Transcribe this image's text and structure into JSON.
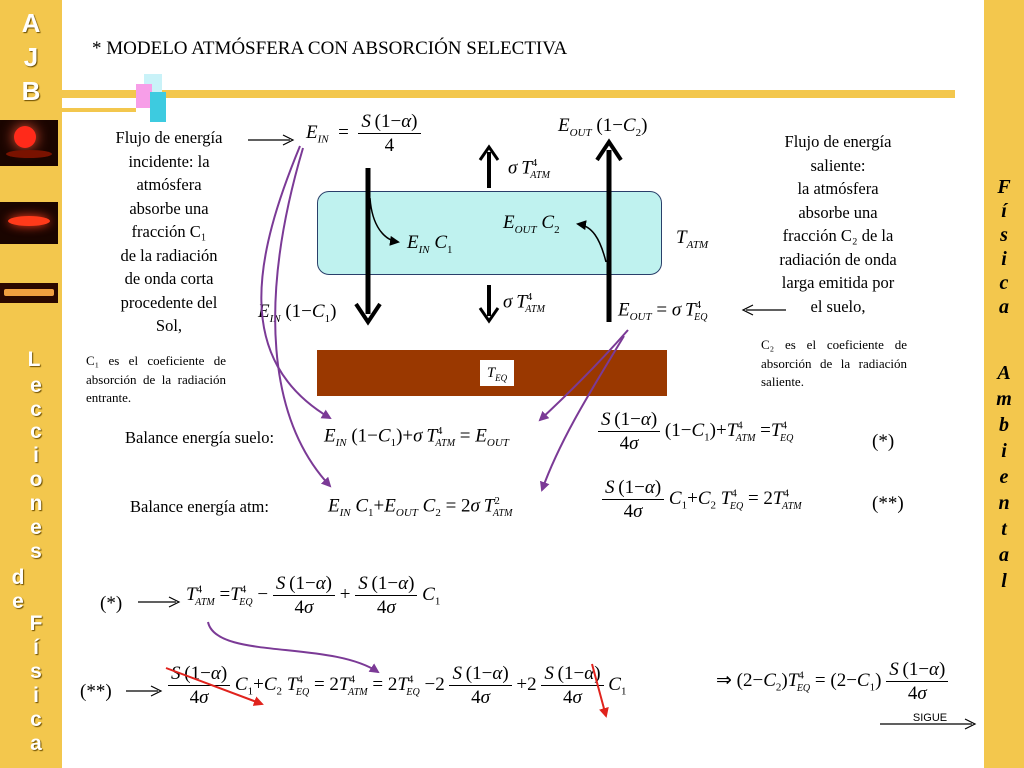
{
  "sidebar_left": {
    "letters": [
      "A",
      "J",
      "B"
    ],
    "vertical_text": [
      "L",
      "e",
      "c",
      "c",
      "i",
      "o",
      "n",
      "e",
      "s",
      "d",
      "e",
      "F",
      "í",
      "s",
      "i",
      "c",
      "a"
    ]
  },
  "sidebar_right": {
    "letters": [
      "F",
      "í",
      "s",
      "i",
      "c",
      "a",
      "A",
      "m",
      "b",
      "i",
      "e",
      "n",
      "t",
      "a",
      "l"
    ]
  },
  "title": "* MODELO ATMÓSFERA CON ABSORCIÓN SELECTIVA",
  "left_text": {
    "lines": [
      "Flujo de energía",
      "incidente: la",
      "atmósfera",
      "absorbe una",
      "fracción C₁",
      "de la radiación",
      "de onda corta",
      "procedente del",
      "Sol,"
    ],
    "note": "C₁ es el coeficiente de absorción de la radiación entrante."
  },
  "right_text": {
    "lines": [
      "Flujo de energía",
      "saliente:",
      "la atmósfera",
      "absorbe una",
      "fracción C₂ de la",
      "radiación de onda",
      "larga emitida por",
      "el suelo,"
    ],
    "note": "C₂ es el coeficiente de absorción de la radiación saliente."
  },
  "diagram": {
    "t_atm": "T",
    "t_atm_sub": "ATM",
    "t_eq": "T",
    "t_eq_sub": "EQ"
  },
  "balance": {
    "ground_label": "Balance energía suelo:",
    "atm_label": "Balance energía atm:",
    "mark_single": "(*)",
    "mark_double": "(**)"
  },
  "footer": {
    "sigue": "SIGUE"
  },
  "colors": {
    "sidebar": "#f3c74d",
    "atmosphere": "#bff2ef",
    "ground": "#9a3800",
    "purple_arrow": "#7b3a96",
    "red_arrow": "#e0231d"
  }
}
